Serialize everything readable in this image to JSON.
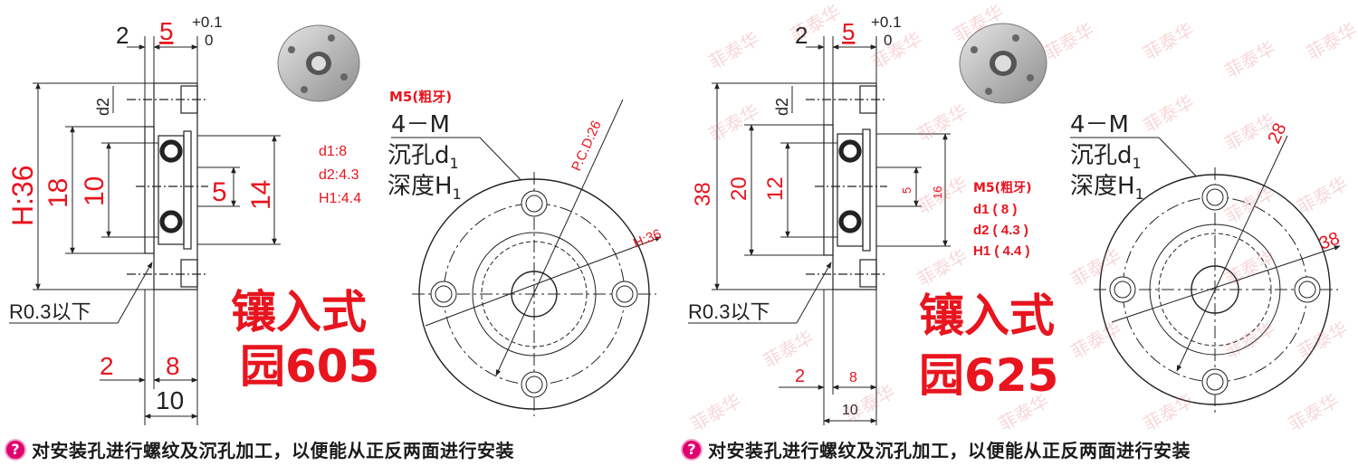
{
  "left": {
    "dims": {
      "top_2": "2",
      "top_5": "5",
      "tol_plus": "+0.1",
      "tol_zero": "0",
      "h36": "H:36",
      "v18": "18",
      "v10": "10",
      "v5": "5",
      "v14": "14",
      "d2": "d2",
      "b2": "2",
      "b8": "8",
      "b10": "10",
      "r03": "R0.3以下"
    },
    "params": {
      "m5": "M5(粗牙)",
      "d1": "d1:8",
      "d2": "d2:4.3",
      "h1": "H1:4.4"
    },
    "callout": {
      "line1": "4－M",
      "line2": "沉孔d",
      "line2_sub": "1",
      "line3": "深度H",
      "line3_sub": "1"
    },
    "front": {
      "pcd": "P.C.D:26",
      "h": "H:36"
    },
    "title": {
      "line1": "镶入式",
      "line2": "园605"
    }
  },
  "right": {
    "dims": {
      "top_2": "2",
      "top_5": "5",
      "tol_plus": "+0.1",
      "tol_zero": "0",
      "h38": "38",
      "v20": "20",
      "v12": "12",
      "v5": "5",
      "v16": "16",
      "d2": "d2",
      "b2": "2",
      "b8": "8",
      "b10": "10",
      "r03": "R0.3以下"
    },
    "params": {
      "m5": "M5(粗牙)",
      "d1": "d1 ( 8 )",
      "d2": "d2 ( 4.3 )",
      "h1": "H1 ( 4.4 )"
    },
    "callout": {
      "line1": "4－M",
      "line2": "沉孔d",
      "line2_sub": "1",
      "line3": "深度H",
      "line3_sub": "1"
    },
    "front": {
      "d28": "28",
      "d38": "38"
    },
    "title": {
      "line1": "镶入式",
      "line2": "园625"
    }
  },
  "footer": {
    "icon_glyph": "?",
    "text": "对安装孔进行螺纹及沉孔加工，以便能从正反两面进行安装"
  },
  "watermark": "菲泰华",
  "colors": {
    "red": "#e8141e",
    "line": "#222222",
    "watermark": "#e66e78",
    "accent": "#e0006e"
  }
}
